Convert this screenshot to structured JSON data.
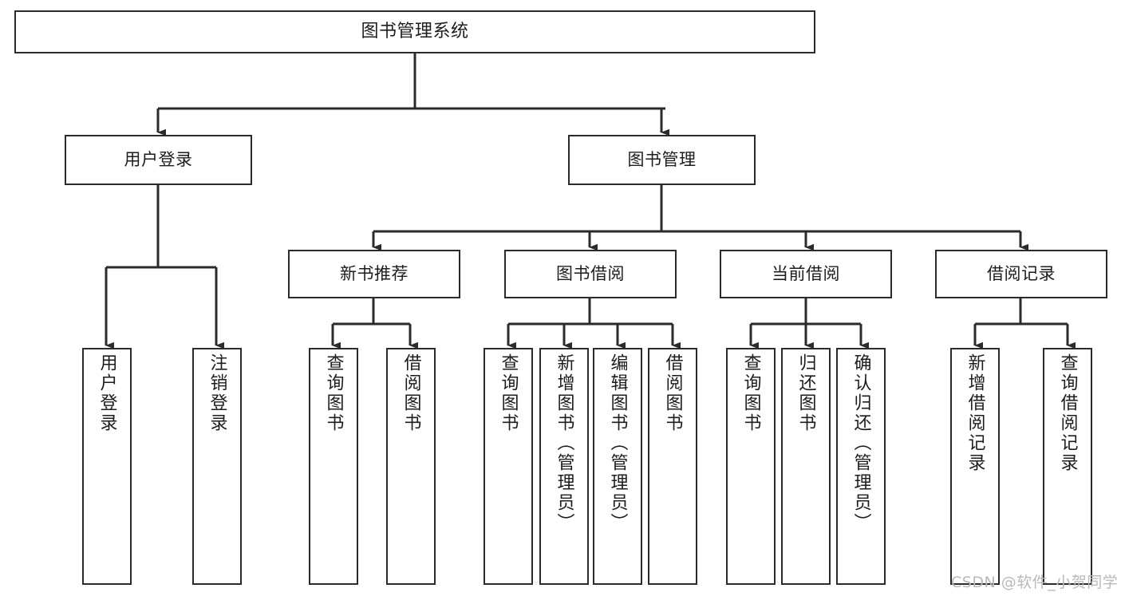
{
  "diagram": {
    "title": "图书管理系统",
    "type": "tree",
    "stroke_color": "#2b2b2b",
    "background_color": "#ffffff",
    "text_color": "#1d1d1d",
    "root": {
      "label": "图书管理系统"
    },
    "level2": [
      {
        "label": "用户登录"
      },
      {
        "label": "图书管理"
      }
    ],
    "level3": [
      {
        "label": "新书推荐"
      },
      {
        "label": "图书借阅"
      },
      {
        "label": "当前借阅"
      },
      {
        "label": "借阅记录"
      }
    ],
    "leaves": {
      "user_login": [
        {
          "label": "用户登录"
        },
        {
          "label": "注销登录"
        }
      ],
      "new_book_recommend": [
        {
          "label": "查询图书"
        },
        {
          "label": "借阅图书"
        }
      ],
      "book_borrow": [
        {
          "label": "查询图书"
        },
        {
          "label": "新增图书（管理员）"
        },
        {
          "label": "编辑图书（管理员）"
        },
        {
          "label": "借阅图书"
        }
      ],
      "current_borrow": [
        {
          "label": "查询图书"
        },
        {
          "label": "归还图书"
        },
        {
          "label": "确认归还（管理员）"
        }
      ],
      "borrow_record": [
        {
          "label": "新增借阅记录"
        },
        {
          "label": "查询借阅记录"
        }
      ]
    }
  },
  "watermark": {
    "text": "CSDN @软件_小贺同学",
    "color": "#b9b9b9"
  }
}
